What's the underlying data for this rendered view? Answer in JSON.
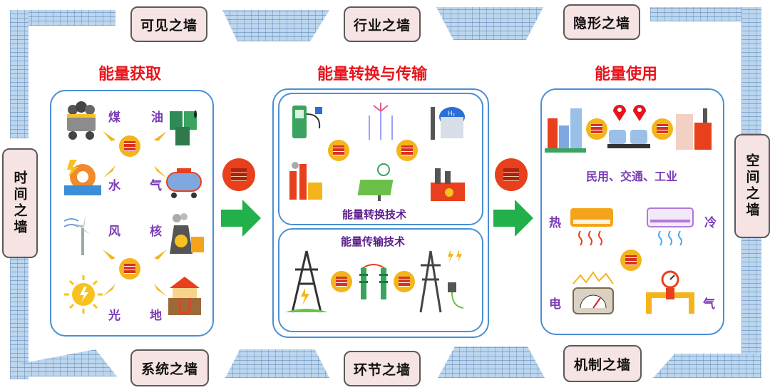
{
  "walls": {
    "visible": "可见之墙",
    "industry": "行业之墙",
    "invisible": "隐形之墙",
    "time": "时间之墙",
    "space": "空间之墙",
    "system": "系统之墙",
    "link": "环节之墙",
    "mechanism": "机制之墙"
  },
  "sections": {
    "acquire": {
      "title": "能量获取",
      "sources": [
        "煤",
        "油",
        "水",
        "气",
        "风",
        "核",
        "光",
        "地"
      ]
    },
    "convert": {
      "title": "能量转换与传输",
      "conversion_label": "能量转换技术",
      "transmission_label": "能量传输技术"
    },
    "use": {
      "title": "能量使用",
      "sectors_label": "民用、交通、工业",
      "forms": [
        "热",
        "冷",
        "电",
        "气"
      ]
    }
  },
  "colors": {
    "title_red": "#e8141c",
    "panel_border": "#4a8fd4",
    "arrow_green": "#22b04b",
    "label_purple": "#7a3bb5",
    "wall_blue": "#bcd6ee"
  }
}
